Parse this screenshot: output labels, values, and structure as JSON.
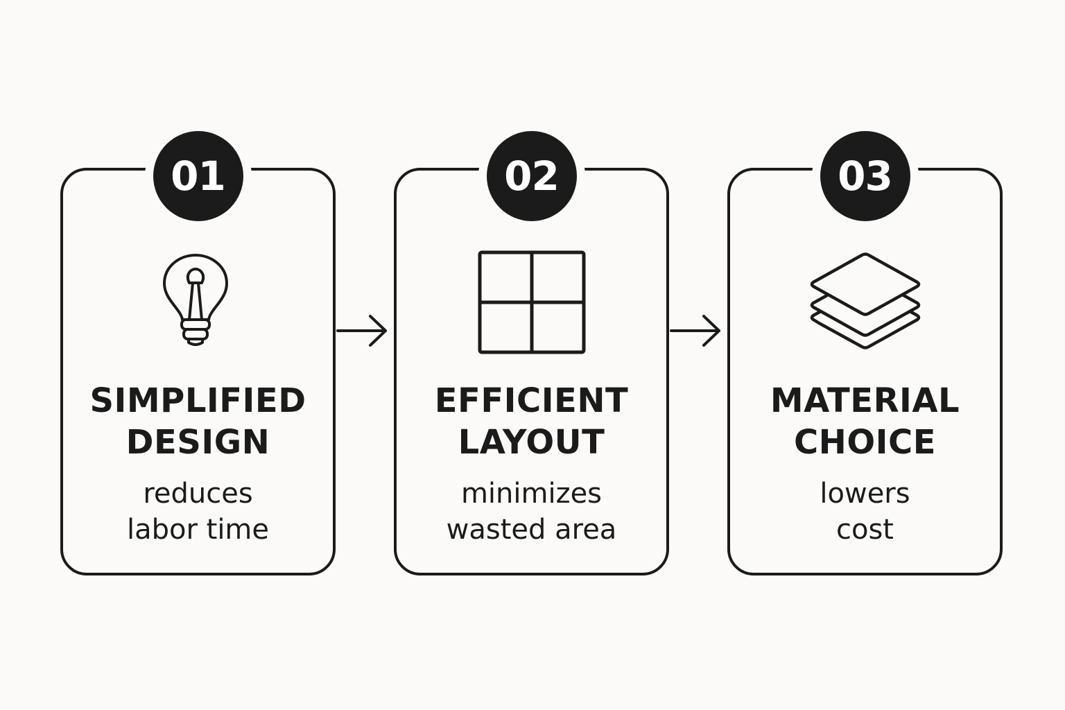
{
  "steps": [
    {
      "number": "01",
      "icon": "lightbulb-icon",
      "title_line1": "SIMPLIFIED",
      "title_line2": "DESIGN",
      "desc_line1": "reduces",
      "desc_line2": "labor time"
    },
    {
      "number": "02",
      "icon": "grid-icon",
      "title_line1": "EFFICIENT",
      "title_line2": "LAYOUT",
      "desc_line1": "minimizes",
      "desc_line2": "wasted area"
    },
    {
      "number": "03",
      "icon": "layers-icon",
      "title_line1": "MATERIAL",
      "title_line2": "CHOICE",
      "desc_line1": "lowers",
      "desc_line2": "cost"
    }
  ],
  "colors": {
    "background": "#fbfaf8",
    "ink": "#1b1b1b",
    "badge_text": "#ffffff"
  }
}
